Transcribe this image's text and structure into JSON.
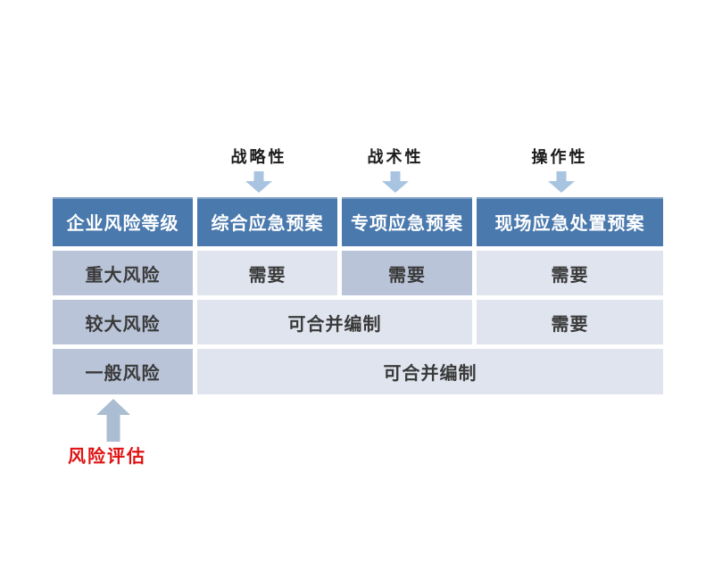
{
  "top_labels": [
    {
      "text": "战略性"
    },
    {
      "text": "战术性"
    },
    {
      "text": "操作性"
    }
  ],
  "icons": [
    {
      "name": "down-arrow-icon"
    },
    {
      "name": "up-arrow-icon"
    }
  ],
  "table": {
    "header": [
      "企业风险等级",
      "综合应急预案",
      "专项应急预案",
      "现场应急处置预案"
    ],
    "rows": [
      {
        "level": "重大风险",
        "cells": [
          {
            "text": "需要",
            "variant": "light"
          },
          {
            "text": "需要",
            "variant": "dark"
          },
          {
            "text": "需要",
            "variant": "light"
          }
        ]
      },
      {
        "level": "较大风险",
        "cells": [
          {
            "text": "可合并编制",
            "variant": "light",
            "colspan": 2
          },
          {
            "text": "需要",
            "variant": "light"
          }
        ]
      },
      {
        "level": "一般风险",
        "cells": [
          {
            "text": "可合并编制",
            "variant": "light",
            "colspan": 3
          }
        ]
      }
    ]
  },
  "annotation": {
    "text": "风险评估"
  },
  "colors": {
    "header_bg": "#4a79ad",
    "dark_cell_bg": "#b9c4d8",
    "light_cell_bg": "#dfe4ee",
    "arrow_down": "#a9c4e0",
    "arrow_up": "#aabdd3",
    "annotation_color": "#e01212"
  }
}
